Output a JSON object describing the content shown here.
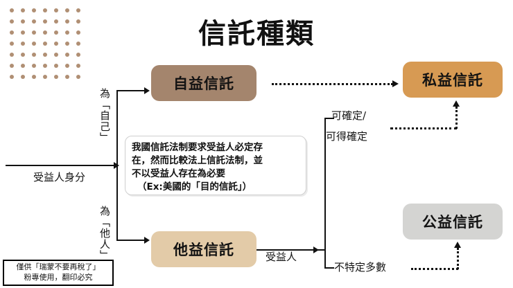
{
  "title": "信託種類",
  "decor": {
    "dot_grid": {
      "columns": 7,
      "rows": 7,
      "color": "#b08f74",
      "spacing": 16
    }
  },
  "nodes": {
    "self_benefit_trust": {
      "label": "自益信託",
      "color": "#a4856d"
    },
    "other_benefit_trust": {
      "label": "他益信託",
      "color": "#e3cba8"
    },
    "private_benefit_trust": {
      "label": "私益信託",
      "color": "#d79a53"
    },
    "public_benefit_trust": {
      "label": "公益信託",
      "color": "#d4d4d2"
    }
  },
  "note": {
    "lines": [
      "我國信託法制要求受益人必定存",
      "在，然而比較法上信託法制，並",
      "不以受益人存在為必要",
      "（Ex:美國的「目的信託」）"
    ]
  },
  "labels": {
    "beneficiary_identity": "受益人身分",
    "for_self": "為「自己」",
    "for_others": "為「他人」",
    "beneficiary": "受益人",
    "determinable_line1": "可確定/",
    "determinable_line2": "可得確定",
    "indefinite_many": "不特定多數"
  },
  "watermark": {
    "line1": "僅供「瑞蒙不要再稅了」",
    "line2": "粉專使用，翻印必究"
  }
}
